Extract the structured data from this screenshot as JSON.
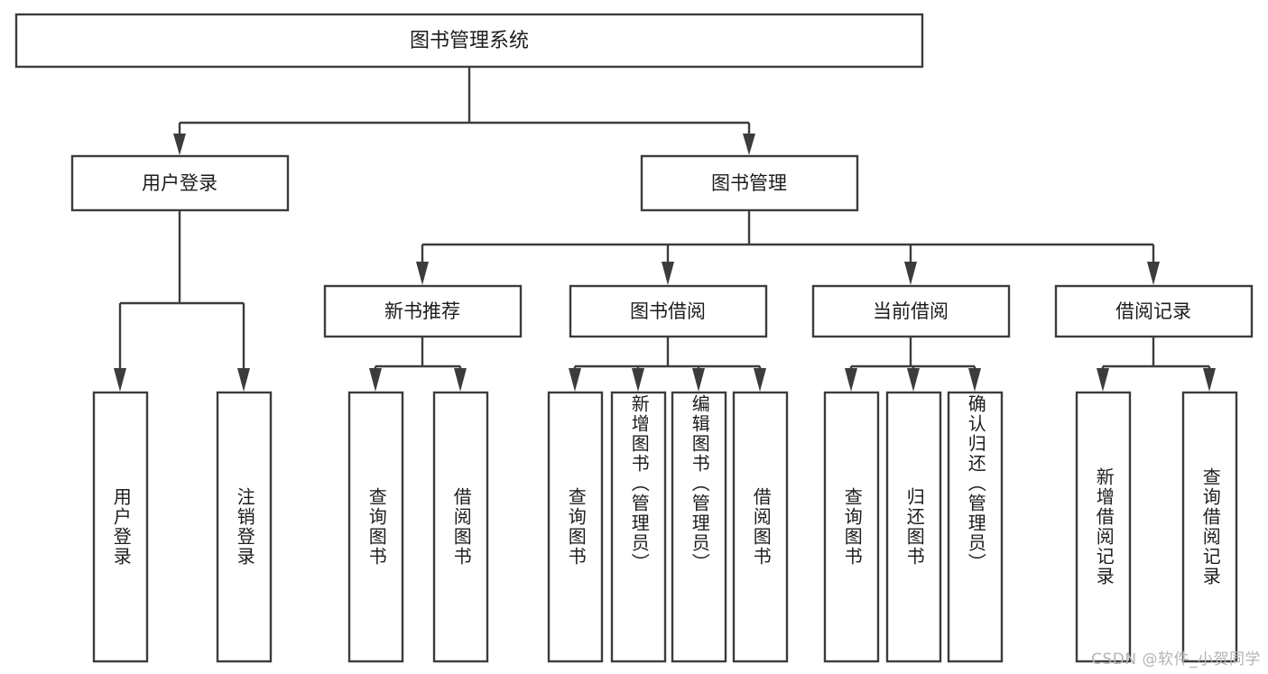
{
  "diagram": {
    "type": "tree",
    "title": "图书管理系统",
    "watermark": "CSDN @软件_小贺同学",
    "colors": {
      "stroke": "#3c3c3c",
      "fill": "#ffffff",
      "text": "#1c1c1c",
      "watermark": "#b4b4b4",
      "background": "#ffffff"
    },
    "levels": {
      "root": {
        "label": "图书管理系统"
      },
      "level2": [
        {
          "label": "用户登录"
        },
        {
          "label": "图书管理"
        }
      ],
      "level3": [
        {
          "label": "新书推荐"
        },
        {
          "label": "图书借阅"
        },
        {
          "label": "当前借阅"
        },
        {
          "label": "借阅记录"
        }
      ],
      "leaves": [
        {
          "label": "用户登录",
          "parent": "用户登录"
        },
        {
          "label": "注销登录",
          "parent": "用户登录"
        },
        {
          "label": "查询图书",
          "parent": "新书推荐"
        },
        {
          "label": "借阅图书",
          "parent": "新书推荐"
        },
        {
          "label": "查询图书",
          "parent": "图书借阅"
        },
        {
          "label": "新增图书（管理员）",
          "parent": "图书借阅"
        },
        {
          "label": "编辑图书（管理员）",
          "parent": "图书借阅"
        },
        {
          "label": "借阅图书",
          "parent": "图书借阅"
        },
        {
          "label": "查询图书",
          "parent": "当前借阅"
        },
        {
          "label": "归还图书",
          "parent": "当前借阅"
        },
        {
          "label": "确认归还（管理员）",
          "parent": "当前借阅"
        },
        {
          "label": "新增借阅记录",
          "parent": "借阅记录"
        },
        {
          "label": "查询借阅记录",
          "parent": "借阅记录"
        }
      ]
    }
  }
}
